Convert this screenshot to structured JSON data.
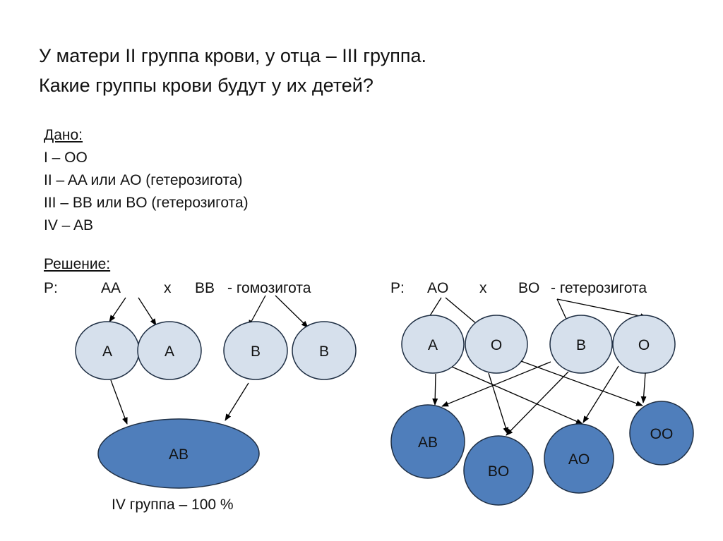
{
  "title": {
    "line1": "У матери II группа крови, у отца – III группа.",
    "line2": "Какие группы крови будут у их детей?"
  },
  "given": {
    "label": "Дано:",
    "lines": [
      "I – OO",
      "II – AA или AO (гетерозигота)",
      "III – BB или BO (гетерозигота)",
      "IV – AB"
    ]
  },
  "solution": {
    "label": "Решение:",
    "left": {
      "p_label": "P:",
      "mother": "AA",
      "cross": "x",
      "father": "BB",
      "note": "- гомозигота",
      "gametes": [
        "A",
        "A",
        "B",
        "B"
      ],
      "offspring": "AB",
      "result": "IV группа – 100 %"
    },
    "right": {
      "p_label": "P:",
      "mother": "AO",
      "cross": "x",
      "father": "BO",
      "note": "- гетерозигота",
      "gametes": [
        "A",
        "O",
        "B",
        "O"
      ],
      "offspring": [
        "AB",
        "BO",
        "AO",
        "OO"
      ]
    }
  },
  "colors": {
    "gamete_fill": "#d6e0ec",
    "offspring_fill": "#4f7ebb",
    "outline": "#1f2f44",
    "arrow": "#000000"
  }
}
